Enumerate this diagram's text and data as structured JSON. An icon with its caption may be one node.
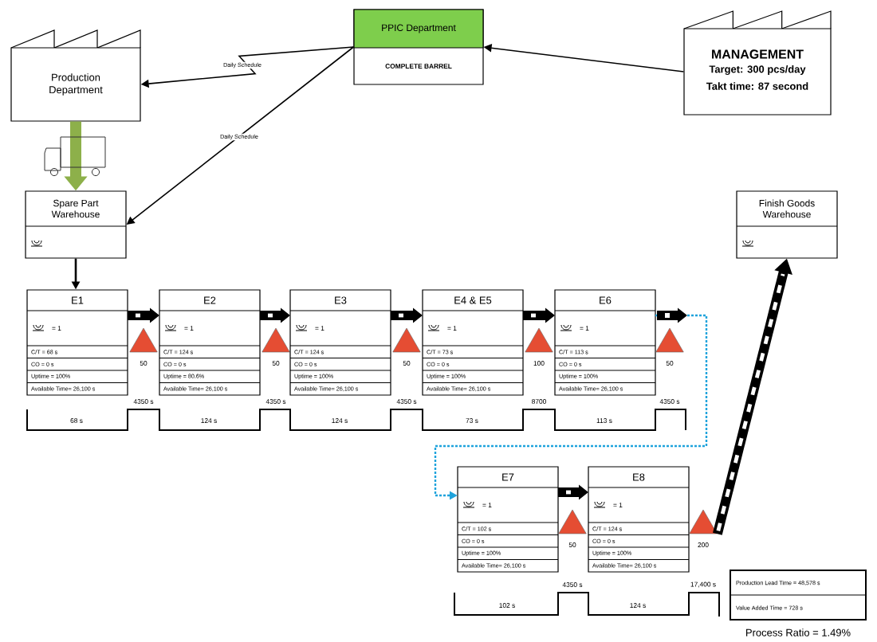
{
  "diagram": {
    "nodes": [
      {
        "text": [
          "Production Department"
        ]
      },
      {
        "text": [
          "PPIC Department",
          "COMPLETE BARREL"
        ]
      },
      {
        "text": [
          "MANAGEMENT",
          "Target: 300 pcs/day",
          "Takt time: 87 second"
        ]
      },
      {
        "text": [
          "Spare Part Warehouse"
        ]
      },
      {
        "text": [
          "Finish Goods Warehouse"
        ]
      },
      {
        "text": [
          "E1",
          "= 1",
          "C/T = 68 s",
          "CO = 0 s",
          "Uptime = 100%",
          "Available Time= 26,100 s"
        ]
      },
      {
        "text": [],
        "shape": "triangle",
        "beside": [
          "50"
        ]
      },
      {
        "text": [
          "E2",
          "= 1",
          "C/T = 124 s",
          "CO = 0 s",
          "Uptime = 80.6%",
          "Available Time= 26,100 s"
        ]
      },
      {
        "text": [],
        "shape": "triangle",
        "beside": [
          "50"
        ]
      },
      {
        "text": [
          "E3",
          "= 1",
          "C/T = 124 s",
          "CO = 0 s",
          "Uptime = 100%",
          "Available Time= 26,100 s"
        ]
      },
      {
        "text": [],
        "shape": "triangle",
        "beside": [
          "50"
        ]
      },
      {
        "text": [
          "E4 & E5",
          "= 1",
          "C/T = 73 s",
          "CO = 0 s",
          "Uptime = 100%",
          "Available Time= 26,100 s"
        ]
      },
      {
        "text": [],
        "shape": "triangle",
        "beside": [
          "100"
        ]
      },
      {
        "text": [
          "E6",
          "= 1",
          "C/T = 113 s",
          "CO = 0 s",
          "Uptime = 100%",
          "Available Time= 26,100 s"
        ]
      },
      {
        "text": [],
        "shape": "triangle",
        "beside": [
          "50"
        ]
      },
      {
        "text": [
          "E7",
          "= 1",
          "C/T = 102 s",
          "CO = 0 s",
          "Uptime = 100%",
          "Available Time= 26,100 s"
        ]
      },
      {
        "text": [],
        "shape": "triangle",
        "beside": [
          "50"
        ]
      },
      {
        "text": [
          "E8",
          "= 1",
          "C/T = 124 s",
          "CO = 0 s",
          "Uptime = 100%",
          "Available Time= 26,100 s"
        ]
      },
      {
        "text": [],
        "shape": "triangle",
        "beside": [
          "200"
        ]
      },
      {
        "text": [
          "Production Lead Time = 48,578 s",
          "Value Added Time = 728 s"
        ],
        "beside": [
          "Process Ratio = 1.49%"
        ]
      }
    ],
    "edges": [
      {
        "from": 2,
        "to": 1,
        "arrow": "to"
      },
      {
        "from": 1,
        "to": 0,
        "arrow": "to",
        "label": "Daily Schedule"
      },
      {
        "from": 1,
        "to": 3,
        "arrow": "to",
        "label": "Daily Schedule"
      },
      {
        "from": 0,
        "to": 3,
        "arrow": "to",
        "color": "#8db04a"
      },
      {
        "from": 3,
        "to": 5,
        "arrow": "to"
      },
      {
        "from": 5,
        "to": 7,
        "arrow": "to"
      },
      {
        "from": 7,
        "to": 9,
        "arrow": "to"
      },
      {
        "from": 9,
        "to": 11,
        "arrow": "to"
      },
      {
        "from": 11,
        "to": 13,
        "arrow": "to"
      },
      {
        "from": 13,
        "to": 15,
        "arrow": "to",
        "style": "dashed",
        "color": "#1fa3dc"
      },
      {
        "from": 15,
        "to": 17,
        "arrow": "to"
      },
      {
        "from": 18,
        "to": 4,
        "arrow": "to"
      }
    ],
    "labels": [
      "4350 s",
      "4350 s",
      "4350 s",
      "8700",
      "4350 s",
      "68 s",
      "124 s",
      "124 s",
      "73 s",
      "113 s",
      "4350 s",
      "17,400 s",
      "102 s",
      "124 s"
    ]
  }
}
